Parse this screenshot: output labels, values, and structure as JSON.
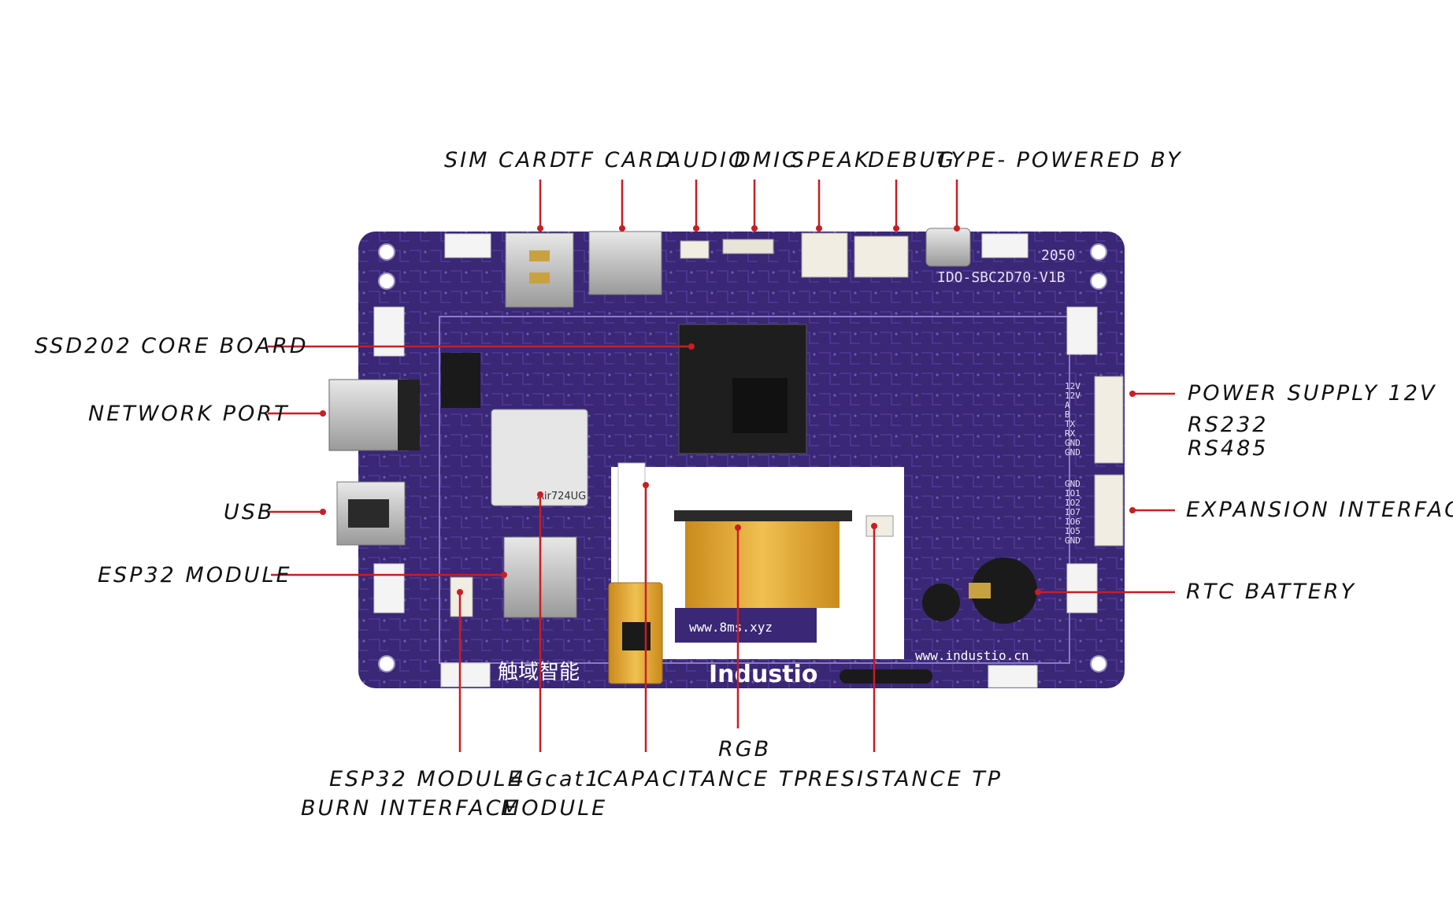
{
  "labels": {
    "top": [
      "SIM CARD",
      "TF CARD",
      "AUDIO",
      "DMIC",
      "SPEAK",
      "DEBUG",
      "TYPE- POWERED BY"
    ],
    "left": [
      "SSD202 CORE BOARD",
      "NETWORK PORT",
      "USB",
      "ESP32 MODULE"
    ],
    "right": [
      "POWER SUPPLY 12V",
      "RS232",
      "RS485",
      "EXPANSION INTERFACE",
      "RTC BATTERY"
    ],
    "bottom": [
      "RGB",
      "ESP32 MODULE",
      "4Gcat1",
      "CAPACITANCE TP",
      "RESISTANCE TP",
      "BURN INTERFACE",
      "MODULE"
    ]
  },
  "board": {
    "model": "IDO-SBC2D70-V1B",
    "code": "2050",
    "brand": "Industio",
    "brand_cn": "触域智能",
    "url_left": "www.8ms.xyz",
    "url_right": "www.industio.cn",
    "module_4g": "Air724UG",
    "connector_pins_a": [
      "12V",
      "12V",
      "A",
      "B",
      "TX",
      "RX",
      "GND",
      "GND"
    ],
    "connector_pins_b": [
      "GND",
      "IO1",
      "IO2",
      "IO7",
      "IO6",
      "IO5",
      "GND"
    ]
  },
  "colors": {
    "pcb": "#3a2775",
    "pcb_dark": "#2a1b5a",
    "silk": "#d9d3ee",
    "leader": "#c91d24",
    "flex": "#d9a02c"
  }
}
